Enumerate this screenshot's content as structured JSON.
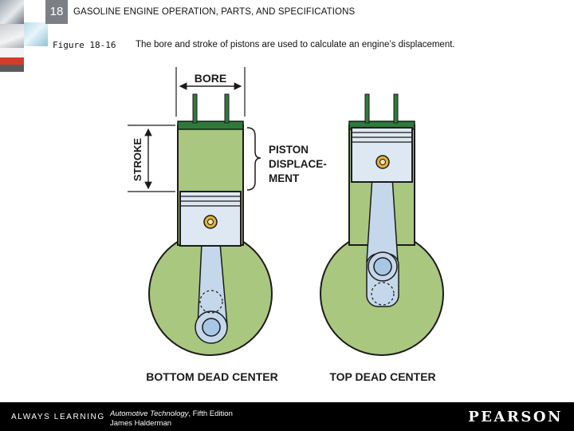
{
  "header": {
    "chapter_number": "18",
    "chapter_title": "GASOLINE ENGINE OPERATION, PARTS, AND SPECIFICATIONS",
    "figure_label": "Figure 18-16",
    "caption": "The bore and stroke of pistons are used to calculate an engine’s displacement."
  },
  "diagram": {
    "bore_label": "BORE",
    "stroke_label": "STROKE",
    "displacement_label_lines": [
      "PISTON",
      "DISPLACE-",
      "MENT"
    ],
    "left_caption": "BOTTOM DEAD CENTER",
    "right_caption": "TOP DEAD CENTER",
    "colors": {
      "green_fill": "#a9c77e",
      "cylinder_head": "#2f7a3a",
      "piston_fill": "#dde8f3",
      "rod_fill": "#c5d7ea",
      "outline": "#1b1b1b",
      "wrist_pin": "#e2b23a"
    }
  },
  "footer": {
    "slogan": "ALWAYS LEARNING",
    "book_title": "Automotive Technology",
    "edition": ", Fifth Edition",
    "author": "James Halderman",
    "brand": "PEARSON"
  }
}
